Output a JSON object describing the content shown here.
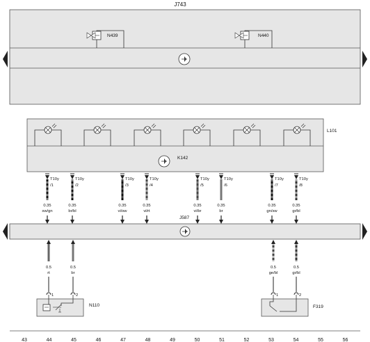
{
  "labels": {
    "j743": "J743",
    "n439": "N439",
    "n440": "N440",
    "l101": "L101",
    "k142": "K142",
    "j587": "J587",
    "n110": "N110",
    "f319": "F319"
  },
  "connector": "T10y",
  "top_wires": [
    {
      "pin": "/1",
      "size": "0.35",
      "color": "sw/gn"
    },
    {
      "pin": "/2",
      "size": "0.35",
      "color": "br/bl"
    },
    {
      "pin": "/3",
      "size": "0.35",
      "color": "vi/sw"
    },
    {
      "pin": "/4",
      "size": "0.35",
      "color": "vi/rt"
    },
    {
      "pin": "/5",
      "size": "0.35",
      "color": "vi/br"
    },
    {
      "pin": "/6",
      "size": "0.35",
      "color": "br"
    },
    {
      "pin": "/7",
      "size": "0.35",
      "color": "gn/sw"
    },
    {
      "pin": "/8",
      "size": "0.35",
      "color": "gr/bl"
    }
  ],
  "bottom_wires": [
    {
      "size": "0.5",
      "color": "rt",
      "pin": "1"
    },
    {
      "size": "0.5",
      "color": "br",
      "pin": "2"
    },
    {
      "size": "0.5",
      "color": "ge/bl",
      "pin": "1"
    },
    {
      "size": "0.5",
      "color": "gr/bl",
      "pin": "2"
    }
  ],
  "grid": [
    "43",
    "44",
    "45",
    "46",
    "47",
    "48",
    "49",
    "50",
    "51",
    "52",
    "53",
    "54",
    "55",
    "56"
  ]
}
